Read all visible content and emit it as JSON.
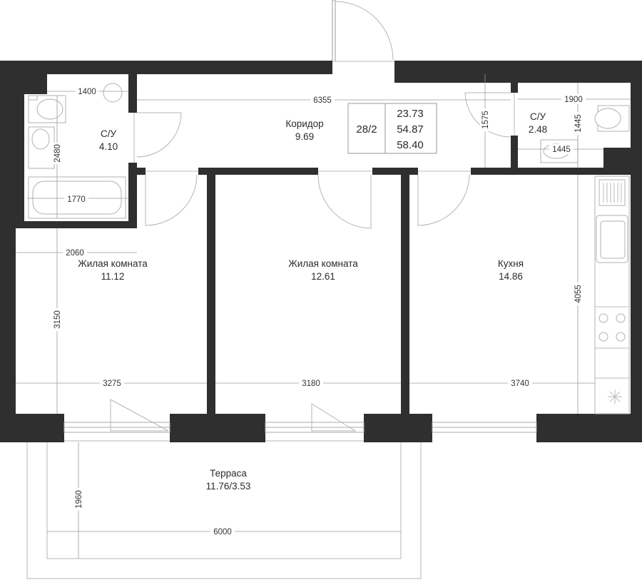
{
  "plan": {
    "apartment_number": "28/2",
    "area_living": "23.73",
    "area_total": "54.87",
    "area_total_with_terrace": "58.40"
  },
  "rooms": {
    "bath1": {
      "name": "С/У",
      "area": "4.10"
    },
    "bath2": {
      "name": "С/У",
      "area": "2.48"
    },
    "corridor": {
      "name": "Коридор",
      "area": "9.69"
    },
    "living1": {
      "name": "Жилая комната",
      "area": "11.12"
    },
    "living2": {
      "name": "Жилая комната",
      "area": "12.61"
    },
    "kitchen": {
      "name": "Кухня",
      "area": "14.86"
    },
    "terrace": {
      "name": "Терраса",
      "area": "11.76/3.53"
    }
  },
  "dimensions": {
    "bath1_width_top": "1400",
    "bath1_height": "2480",
    "bath1_tub": "1770",
    "corridor_length": "6355",
    "corridor_depth": "1575",
    "bath2_width": "1900",
    "bath2_height": "1445",
    "bath2_sink": "1445",
    "living1_width_top": "2060",
    "living1_height": "3150",
    "living1_width": "3275",
    "living2_width": "3180",
    "kitchen_width": "3740",
    "kitchen_height": "4055",
    "terrace_depth": "1960",
    "terrace_width": "6000"
  }
}
